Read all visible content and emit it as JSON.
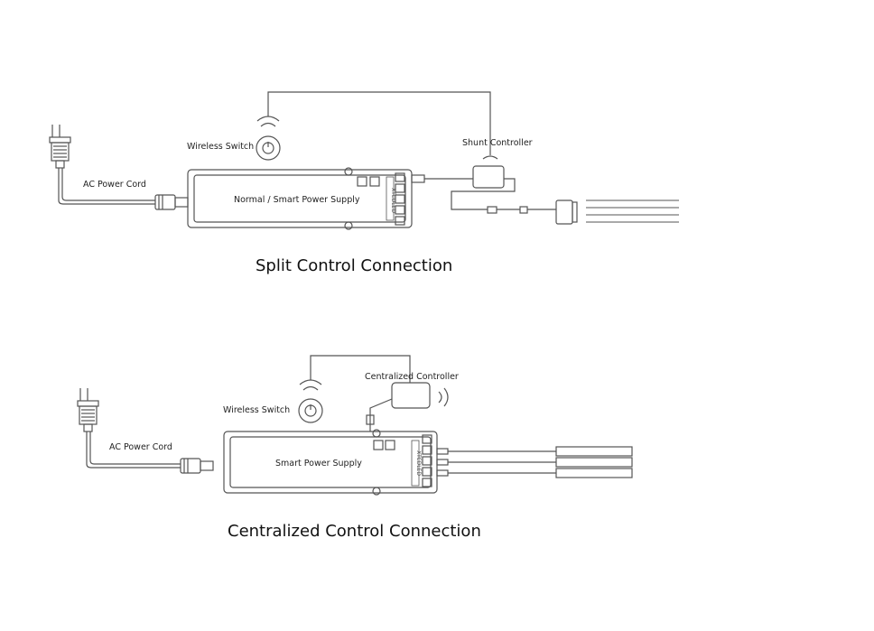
{
  "diagram1": {
    "title": "Split Control Connection",
    "labels": {
      "wireless_switch": "Wireless Switch",
      "shunt_controller": "Shunt Controller",
      "ac_power_cord": "AC Power Cord",
      "power_supply": "Normal / Smart Power Supply"
    }
  },
  "diagram2": {
    "title": "Centralized Control Connection",
    "labels": {
      "centralized_controller": "Centralized Controller",
      "wireless_switch": "Wireless Switch",
      "ac_power_cord": "AC Power Cord",
      "power_supply": "Smart Power Supply"
    }
  },
  "colors": {
    "line": "#555555",
    "text": "#222222",
    "background": "#ffffff"
  }
}
